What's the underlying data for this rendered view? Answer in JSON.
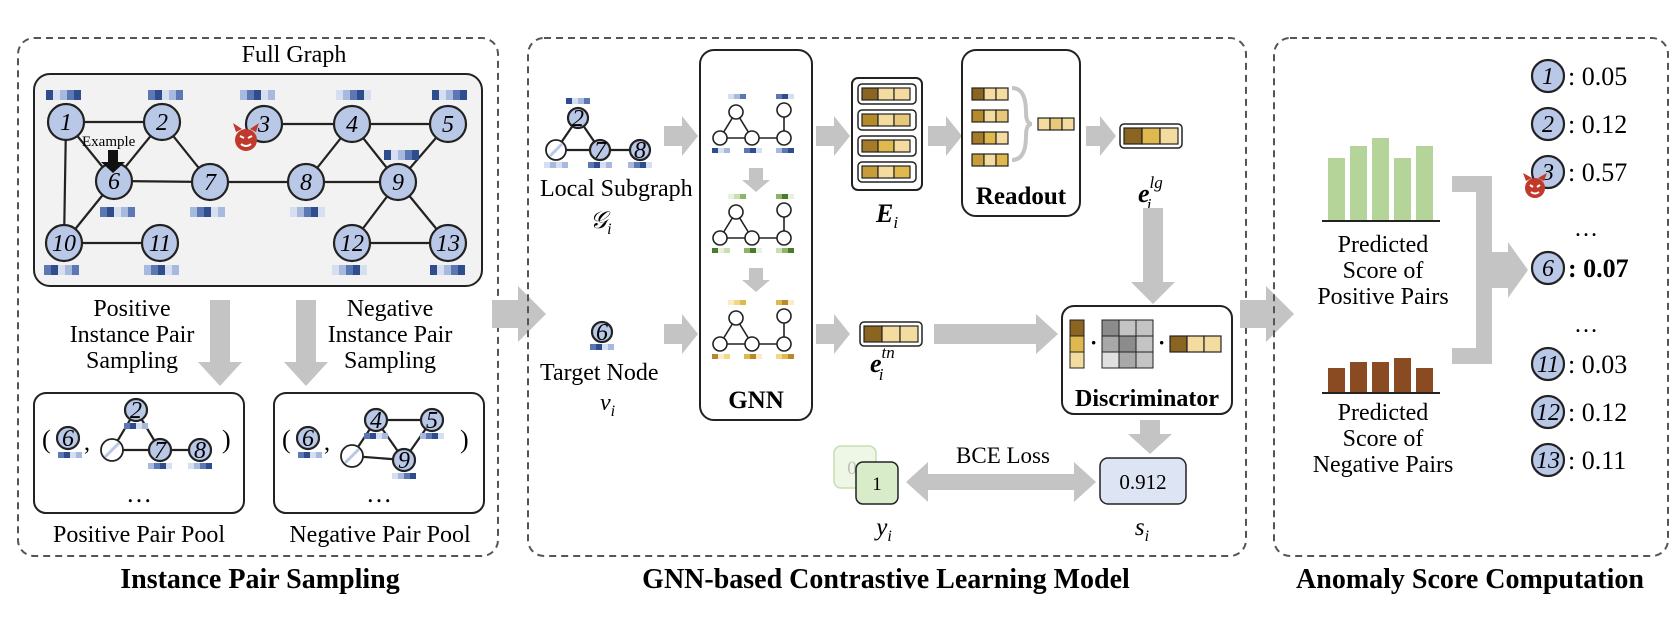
{
  "sections": {
    "left": {
      "title": "Instance Pair Sampling",
      "full_graph_label": "Full Graph",
      "example_label": "Example",
      "positive_sampling": [
        "Positive",
        "Instance Pair",
        "Sampling"
      ],
      "negative_sampling": [
        "Negative",
        "Instance Pair",
        "Sampling"
      ],
      "positive_pool_label": "Positive Pair Pool",
      "negative_pool_label": "Negative Pair Pool",
      "ellipsis": "…",
      "open_paren": "(",
      "close_paren": ")",
      "comma": ","
    },
    "middle": {
      "title": "GNN-based Contrastive Learning Model",
      "local_subgraph_label": "Local Subgraph",
      "local_subgraph_symbol": "𝒢",
      "target_node_label": "Target Node",
      "target_node_symbol": "v",
      "gnn_label": "GNN",
      "E_label": "E",
      "readout_label": "Readout",
      "e_lg_label": "e",
      "e_lg_sup": "lg",
      "e_tn_label": "e",
      "e_tn_sup": "tn",
      "subscript_i": "i",
      "discriminator_label": "Discriminator",
      "bce_label": "BCE Loss",
      "label_back": "0",
      "label_front": "1",
      "y_label": "y",
      "score_value": "0.912",
      "s_label": "s",
      "dot": "·"
    },
    "right": {
      "title": "Anomaly Score Computation",
      "positive_label": [
        "Predicted",
        "Score of",
        "Positive Pairs"
      ],
      "negative_label": [
        "Predicted",
        "Score of",
        "Negative Pairs"
      ],
      "scores": [
        {
          "node": "1",
          "value": ": 0.05"
        },
        {
          "node": "2",
          "value": ": 0.12"
        },
        {
          "node": "3",
          "value": ": 0.57"
        },
        {
          "node": "6",
          "value": ": 0.07"
        },
        {
          "node": "11",
          "value": ": 0.03"
        },
        {
          "node": "12",
          "value": ": 0.12"
        },
        {
          "node": "13",
          "value": ": 0.11"
        }
      ],
      "ellipsis": "…"
    }
  },
  "graph_nodes": [
    "1",
    "2",
    "3",
    "4",
    "5",
    "6",
    "7",
    "8",
    "9",
    "10",
    "11",
    "12",
    "13"
  ],
  "pair_nodes": {
    "pos_target": "6",
    "pos_sub": [
      "2",
      "7",
      "8"
    ],
    "neg_target": "6",
    "neg_sub": [
      "4",
      "5",
      "9"
    ],
    "local_sub": [
      "2",
      "7",
      "8"
    ],
    "target": "6"
  },
  "colors": {
    "node_fill": "#b9c8e6",
    "arrow": "#c4c4c4",
    "pos_bar": "#b5d49a",
    "neg_bar": "#8a4a22",
    "score_box": "#dde4f4",
    "label_box": "#d9ecc9",
    "feature_dark": "#2f4c8c",
    "gold_dark": "#8a6420",
    "gold_mid": "#d9ad45",
    "gold_light": "#f4dca0",
    "anomaly_red": "#c0392b"
  },
  "icons": [
    "devil-face-icon"
  ]
}
